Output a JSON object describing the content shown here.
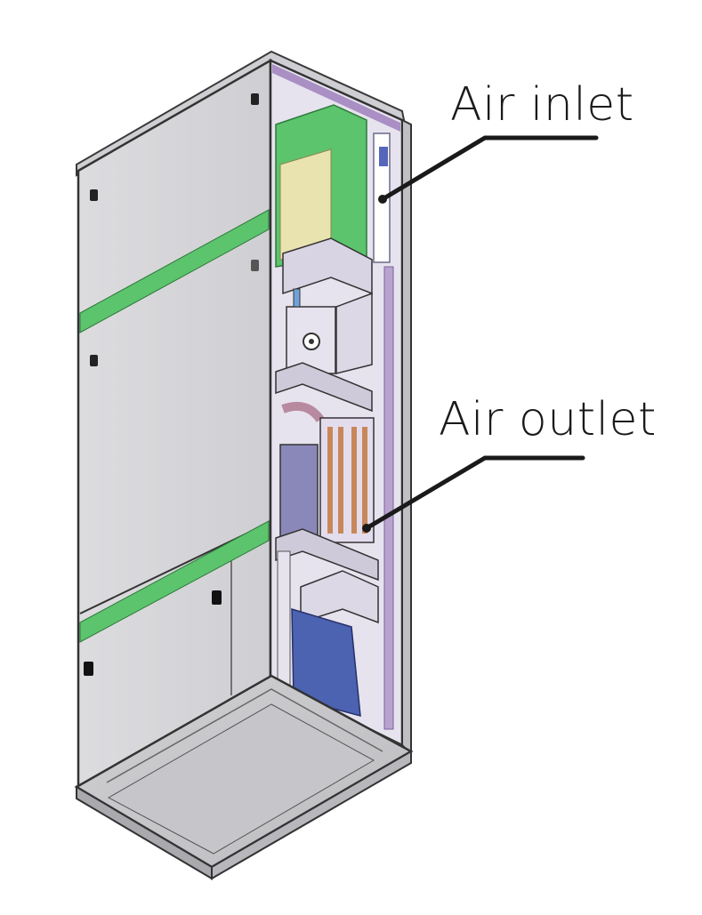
{
  "diagram": {
    "callouts": [
      {
        "id": "inlet",
        "label": "Air inlet"
      },
      {
        "id": "outlet",
        "label": "Air outlet"
      }
    ],
    "colors": {
      "panel": "#d9d9dc",
      "panel_edge": "#3a3a3a",
      "green_strip": "#5cc46c",
      "interior": "#d4cfe3",
      "filter": "#e9e3b0",
      "blue_block": "#4b63b0",
      "purple_trim": "#a98fc3",
      "coil_copper": "#c8875a"
    }
  }
}
